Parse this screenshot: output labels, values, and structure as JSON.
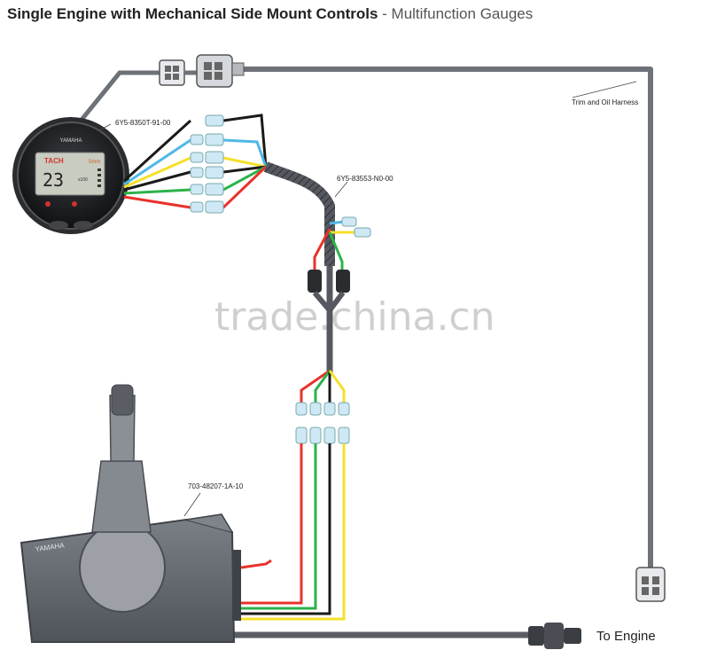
{
  "title": {
    "main": "Single Engine with Mechanical Side Mount Controls",
    "separator": " - ",
    "sub": "Multifunction Gauges"
  },
  "labels": {
    "gauge_part": "6Y5-8350T-91-00",
    "harness_part": "6Y5-83553-N0-00",
    "trim_harness": "Trim and Oil Harness",
    "control_part": "703-48207-1A-10",
    "to_engine": "To Engine"
  },
  "gauge": {
    "brand": "YAMAHA",
    "mode": "TACH",
    "reading": "23",
    "unit": "x100",
    "corner_label": "5mm"
  },
  "control_box": {
    "brand": "YAMAHA"
  },
  "watermark": "trade.china.cn",
  "colors": {
    "wire_red": "#e8322b",
    "wire_green": "#2db24a",
    "wire_yellow": "#f5e02a",
    "wire_blue": "#4fb8e6",
    "wire_black": "#1a1a1a",
    "harness_gray": "#6d7178"
  }
}
